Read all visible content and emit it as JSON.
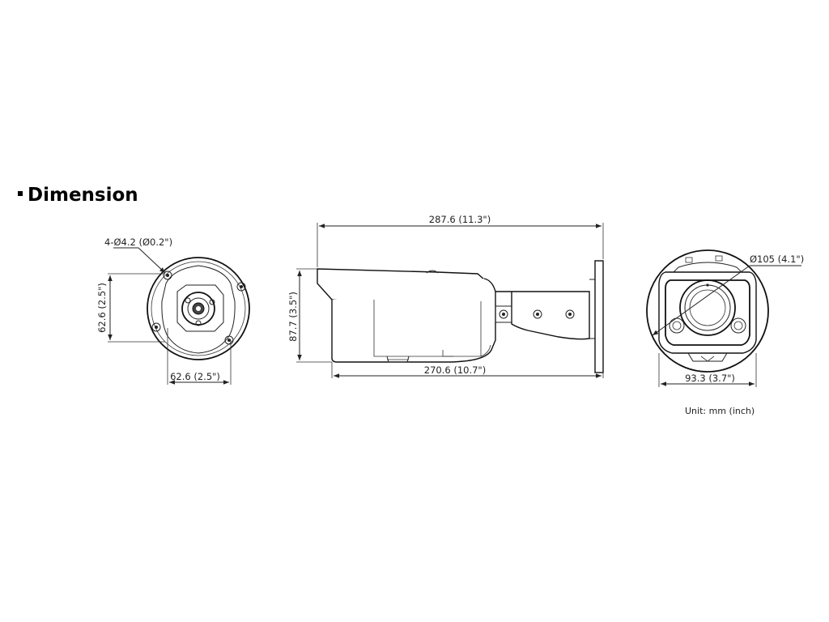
{
  "section": {
    "title": "Dimension"
  },
  "dimensions": {
    "hole_spec": "4-Ø4.2 (Ø0.2\")",
    "base_height": "62.6 (2.5\")",
    "base_width": "62.6 (2.5\")",
    "overall_length": "287.6 (11.3\")",
    "body_height": "87.7 (3.5\")",
    "body_length": "270.6 (10.7\")",
    "front_diameter": "Ø105 (4.1\")",
    "front_width": "93.3 (3.7\")"
  },
  "unit_note": "Unit: mm (inch)"
}
